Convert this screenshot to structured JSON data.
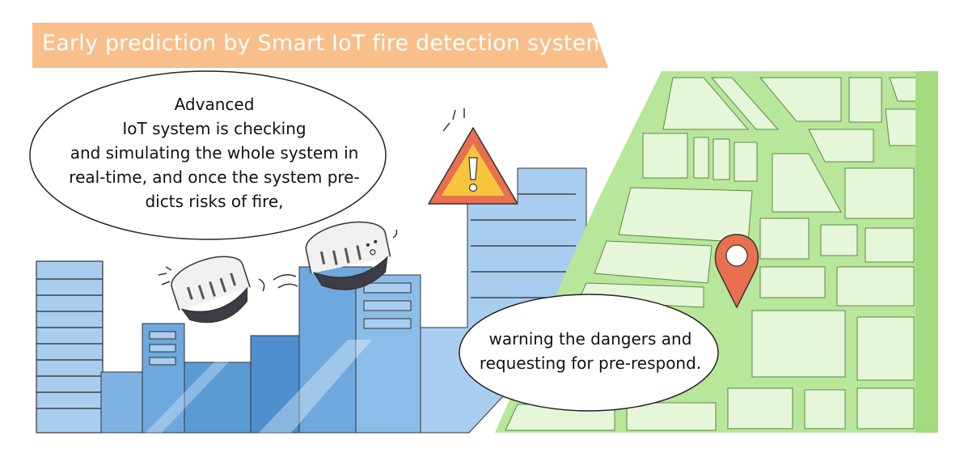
{
  "banner": {
    "title": "Early prediction by Smart IoT fire detection system",
    "color": "#f8bf8a"
  },
  "bubble1": {
    "lines": [
      "Advanced",
      "IoT system is checking",
      "and simulating the whole system in",
      "real-time, and once the system pre-",
      "dicts risks of fire,"
    ]
  },
  "bubble2": {
    "lines": [
      "warning the dangers and",
      "requesting for pre-respond."
    ]
  },
  "illustration": {
    "icons": [
      "warning-triangle-icon",
      "smoke-detector-icon",
      "location-pin-icon"
    ],
    "colors": {
      "city_blue": "#a9cdef",
      "city_blue_dark": "#5b9bd5",
      "map_green": "#b8e69a",
      "map_light": "#e6f7d9",
      "pin": "#e8704f",
      "warning": "#f6c53c"
    }
  }
}
